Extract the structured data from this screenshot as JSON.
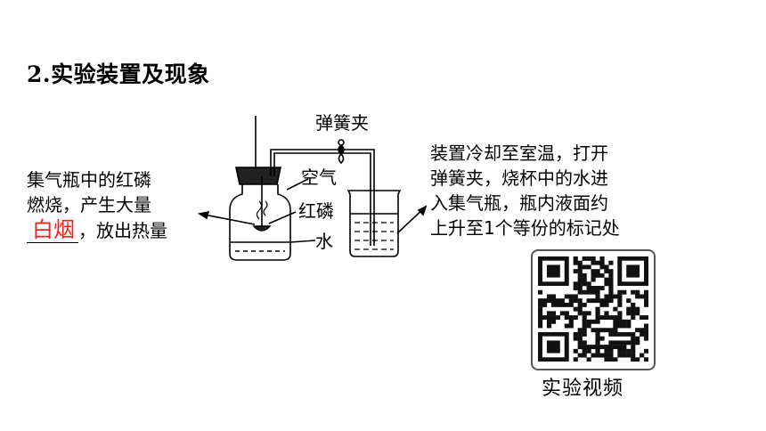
{
  "title": "2.实验装置及现象",
  "labels": {
    "clamp": "弹簧夹",
    "air": "空气",
    "phosphorus": "红磷",
    "water": "水"
  },
  "left_note": {
    "line1": "集气瓶中的红磷",
    "line2": "燃烧，产生大量",
    "answer": "白烟",
    "line3_rest": "，放出热量"
  },
  "right_note": {
    "line1": "装置冷却至室温，打开",
    "line2": "弹簧夹，烧杯中的水进",
    "line3": "入集气瓶，瓶内液面约",
    "line4": "上升至1个等份的标记处"
  },
  "qr": {
    "caption": "实验视频"
  },
  "colors": {
    "answer": "#e8281e",
    "line": "#000000"
  }
}
